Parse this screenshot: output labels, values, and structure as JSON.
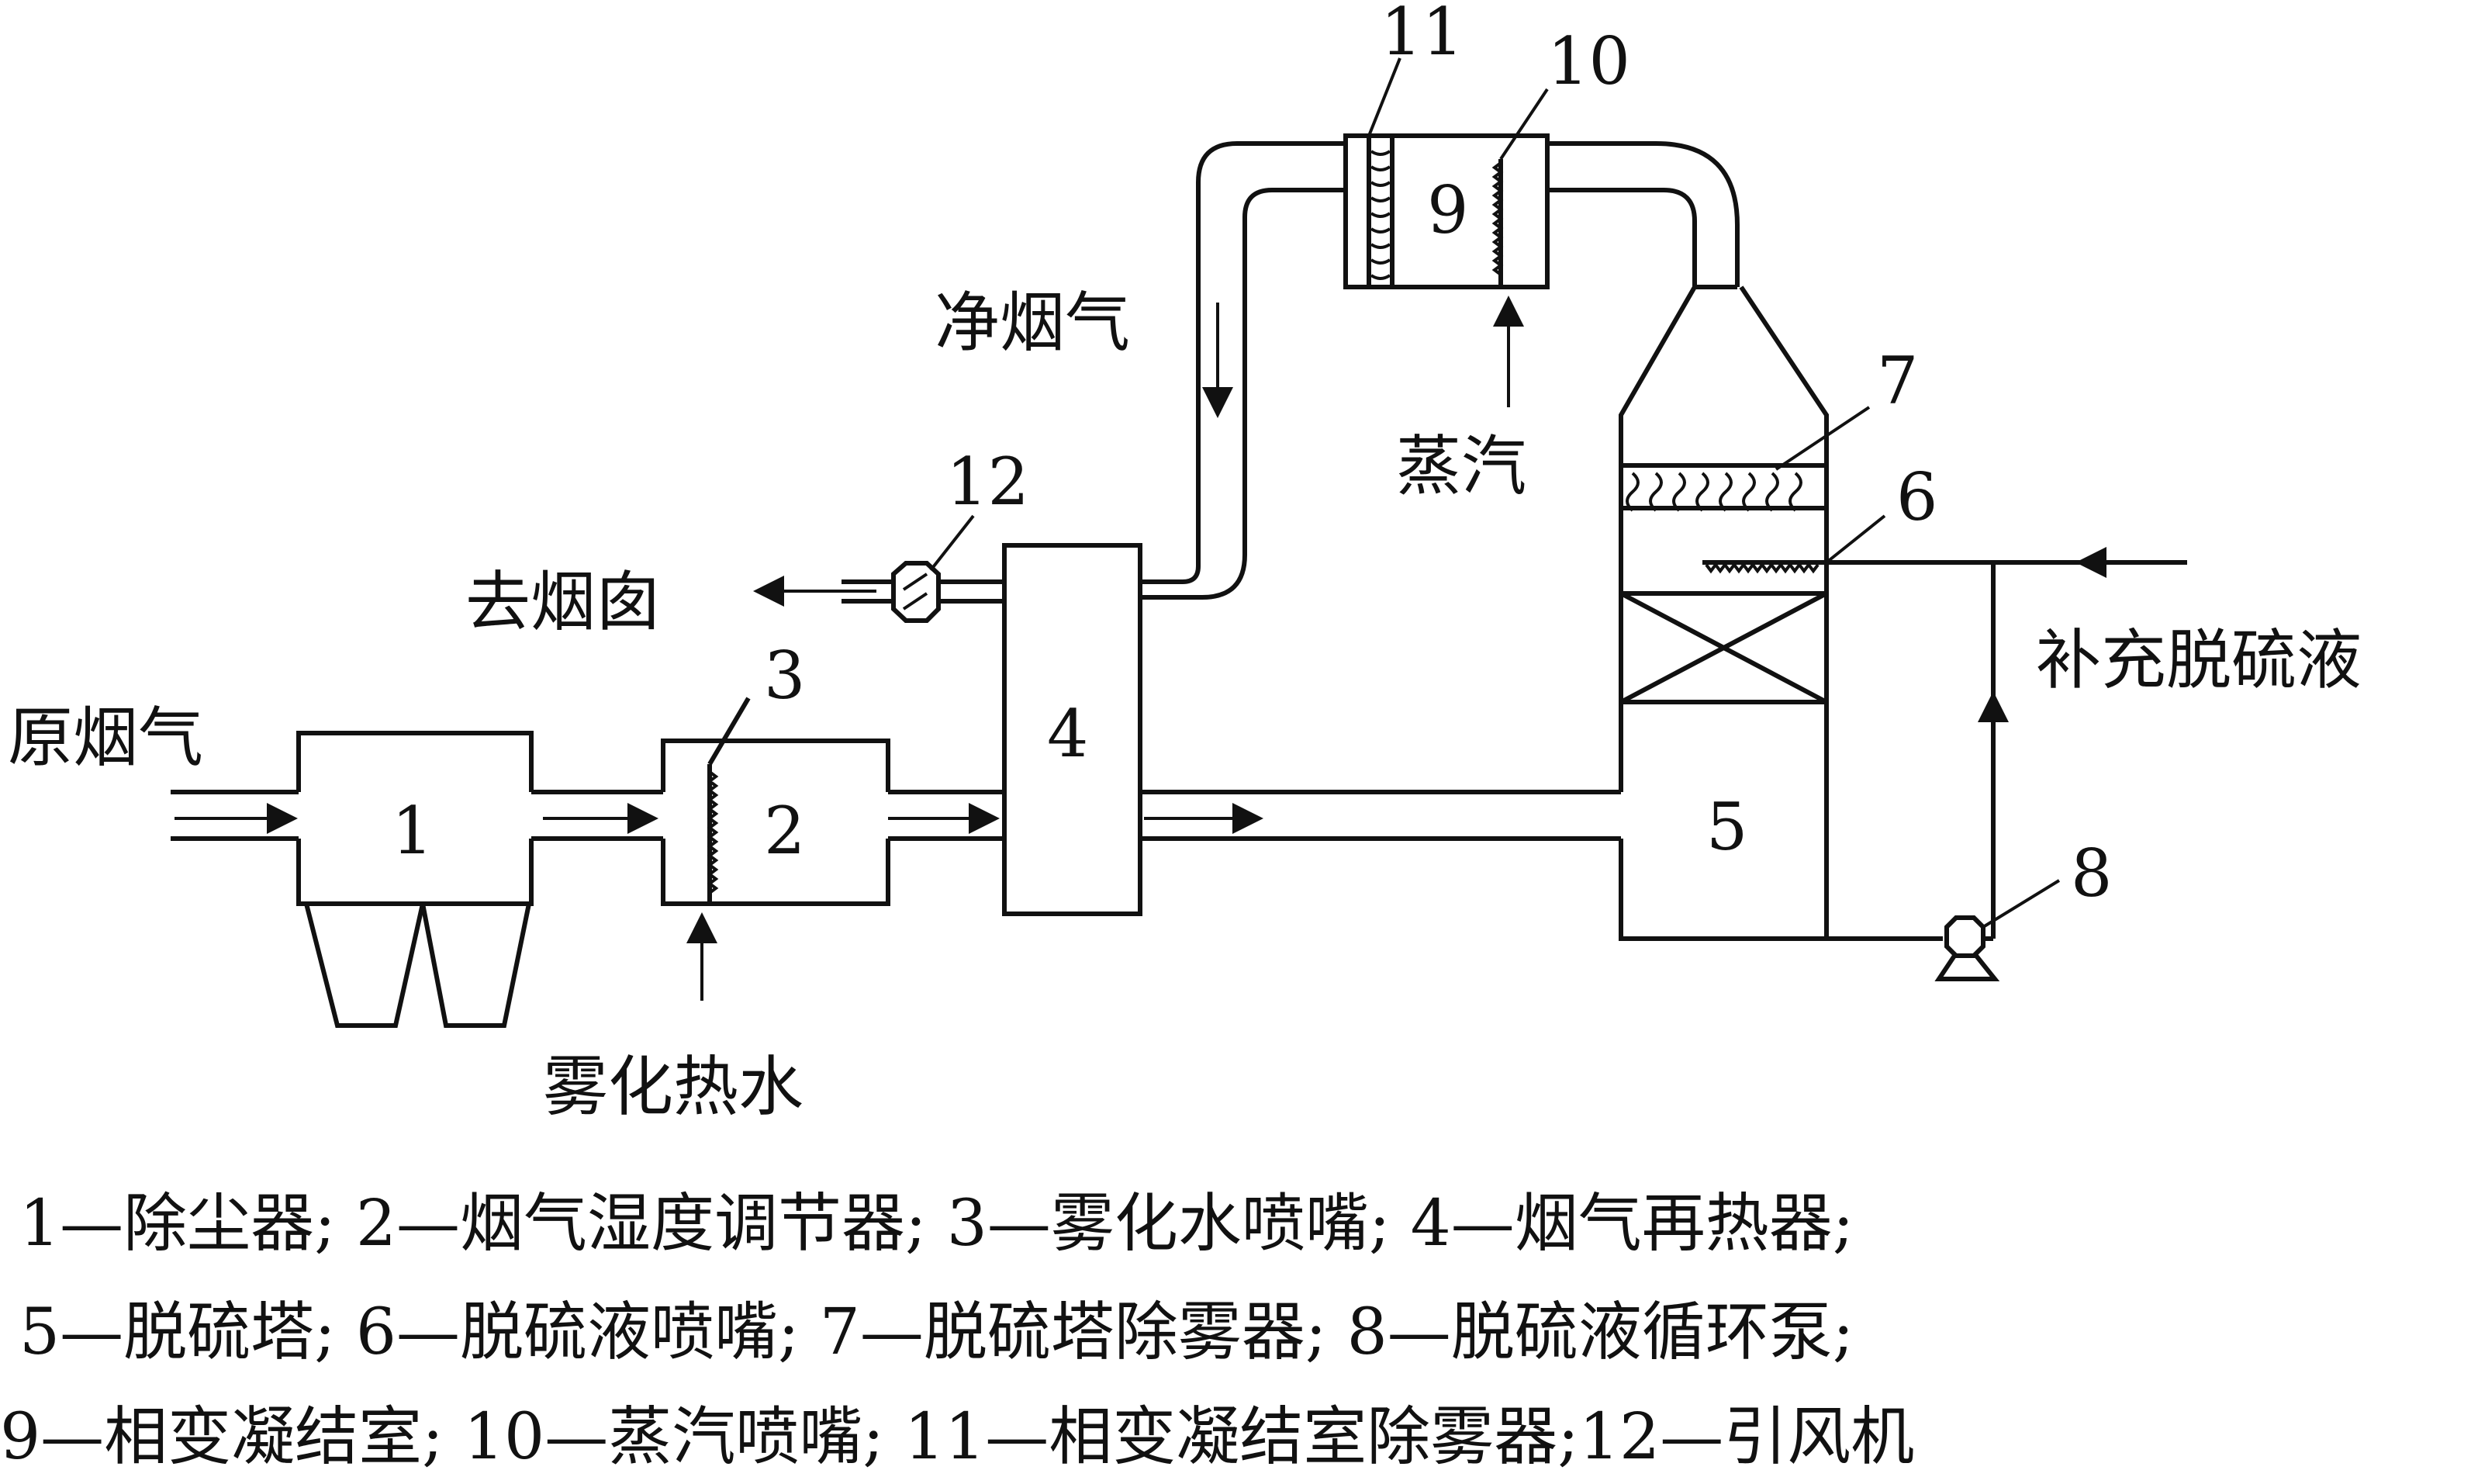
{
  "diagram": {
    "components": {
      "c1": "1",
      "c2": "2",
      "c3": "3",
      "c4": "4",
      "c5": "5",
      "c6": "6",
      "c7": "7",
      "c8": "8",
      "c9": "9",
      "c10": "10",
      "c11": "11",
      "c12": "12"
    },
    "flows": {
      "raw_flue_gas": "原烟气",
      "atomized_hot_water": "雾化热水",
      "to_chimney": "去烟囱",
      "clean_flue_gas": "净烟气",
      "steam": "蒸汽",
      "makeup_liquid": "补充脱硫液"
    }
  },
  "legend": {
    "line1": "1—除尘器; 2—烟气湿度调节器; 3—雾化水喷嘴; 4—烟气再热器;",
    "line2": "5—脱硫塔; 6—脱硫液喷嘴; 7—脱硫塔除雾器; 8—脱硫液循环泵;",
    "line3": "9—相变凝结室; 10—蒸汽喷嘴; 11—相变凝结室除雾器;12—引风机"
  }
}
